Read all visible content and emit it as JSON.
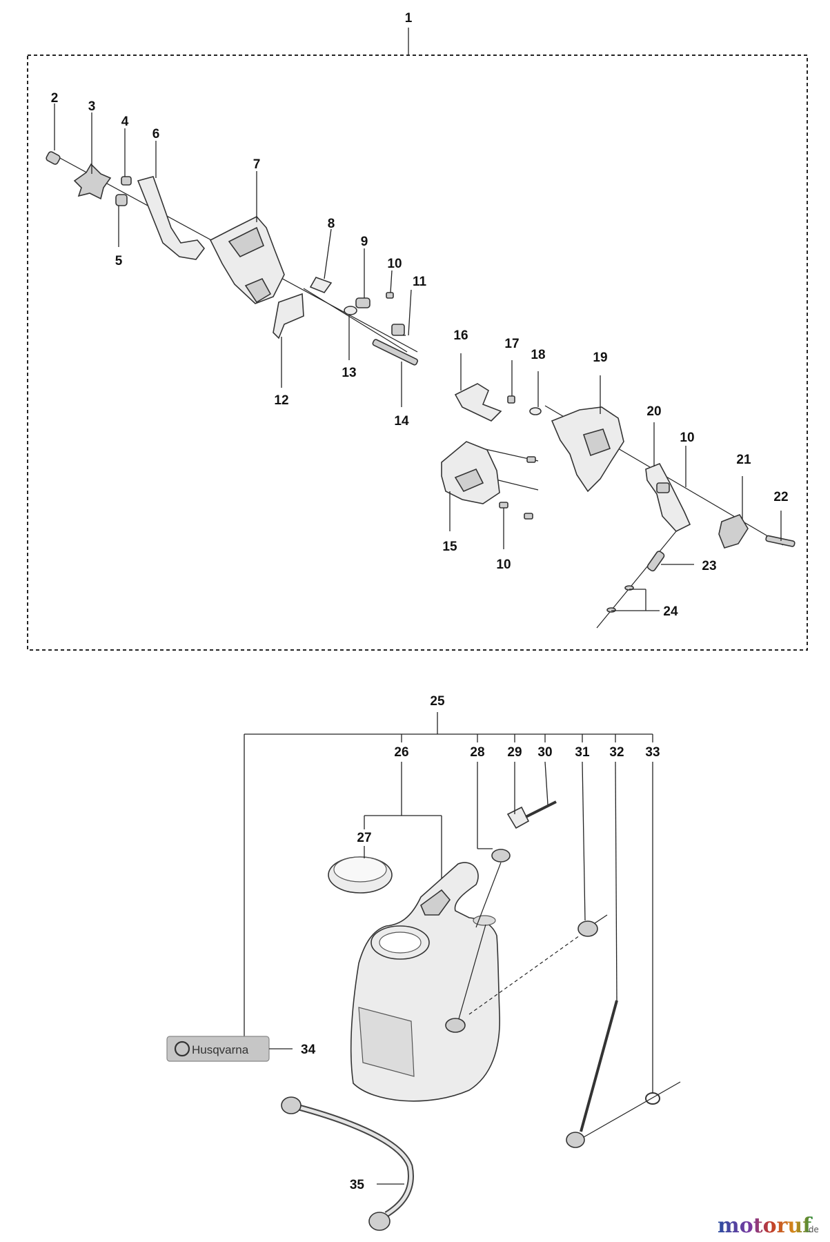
{
  "diagram": {
    "callouts": [
      "1",
      "2",
      "3",
      "4",
      "5",
      "6",
      "7",
      "8",
      "9",
      "10",
      "10",
      "10",
      "11",
      "12",
      "13",
      "14",
      "15",
      "16",
      "17",
      "18",
      "19",
      "20",
      "21",
      "22",
      "23",
      "24",
      "25",
      "26",
      "27",
      "28",
      "29",
      "30",
      "31",
      "32",
      "33",
      "34",
      "35"
    ],
    "brand_plate": "Husqvarna",
    "watermark": {
      "main": "motoruf",
      "suffix": ".de"
    }
  }
}
